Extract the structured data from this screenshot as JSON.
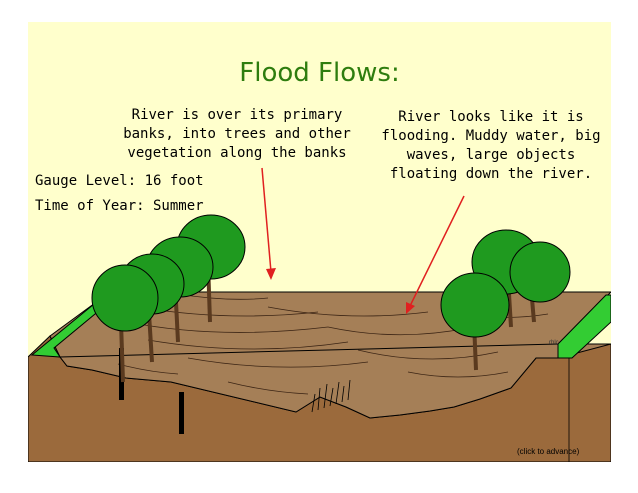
{
  "title": "Flood Flows:",
  "note_left": "River is over its primary banks, into trees and other vegetation along the banks",
  "note_right": "River looks like it is flooding. Muddy water, big waves, large objects floating down the river.",
  "gauge_level": "Gauge Level: 16 foot",
  "time_of_year": "Time of Year: Summer",
  "advance_hint": "(click to advance)",
  "artist_initials": "rhlc",
  "colors": {
    "background": "#ffffcc",
    "title": "#2e7d0e",
    "grass": "#33cc33",
    "soil": "#9b6a3c",
    "water": "#a57f57",
    "tree_canopy": "#1f9a1f",
    "arrow": "#e02020"
  }
}
